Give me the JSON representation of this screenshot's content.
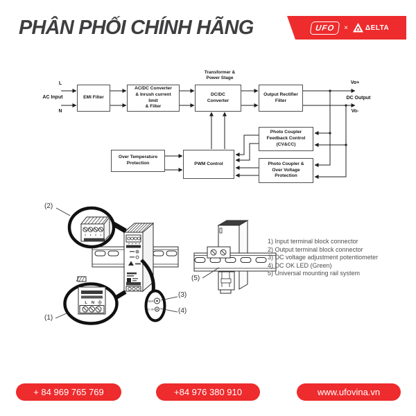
{
  "header": {
    "title": "PHÂN PHỐI CHÍNH HÃNG",
    "badge": {
      "ufo": "UFO",
      "separator": "×",
      "delta": "ΔELTA"
    }
  },
  "colors": {
    "accent_red": "#EE2B2D",
    "title_gray": "#3E3D3F"
  },
  "diagram": {
    "labels": {
      "ac_input": "AC Input",
      "l": "L",
      "n": "N",
      "transformer": "Transformer &\nPower Stage",
      "vo_plus": "Vo+",
      "dc_output": "DC Output",
      "vo_minus": "Vo-"
    },
    "boxes": {
      "emi": "EMI Filter",
      "acdc": "AC/DC Converter\n& Inrush current\nlimit\n& Filter",
      "dcdc": "DC/DC\nConverter",
      "orf": "Output Rectifier\nFilter",
      "pcfc": "Photo Coupler\nFeedback Control\n(CV&CC)",
      "otp": "Over Temperature\nProtection",
      "pwm": "PWM Control",
      "pcov": "Photo Coupler &\nOver Voltage\nProtection"
    }
  },
  "illustration": {
    "callouts": {
      "c1": "(1)",
      "c2": "(2)",
      "c3": "(3)",
      "c4": "(4)",
      "c5": "(5)"
    },
    "device": {
      "adjust": "Adjust",
      "dc_ok": "DC OK",
      "l": "L",
      "n": "N"
    },
    "legend": [
      "1) Input terminal block connector",
      "2) Output terminal block connector",
      "3) DC voltage adjustment potentiometer",
      "4) DC OK LED (Green)",
      "5) Universal mounting rail system"
    ]
  },
  "footer": {
    "phone1": "+ 84 969 765 769",
    "phone2": "+84 976 380 910",
    "website": "www.ufovina.vn"
  }
}
